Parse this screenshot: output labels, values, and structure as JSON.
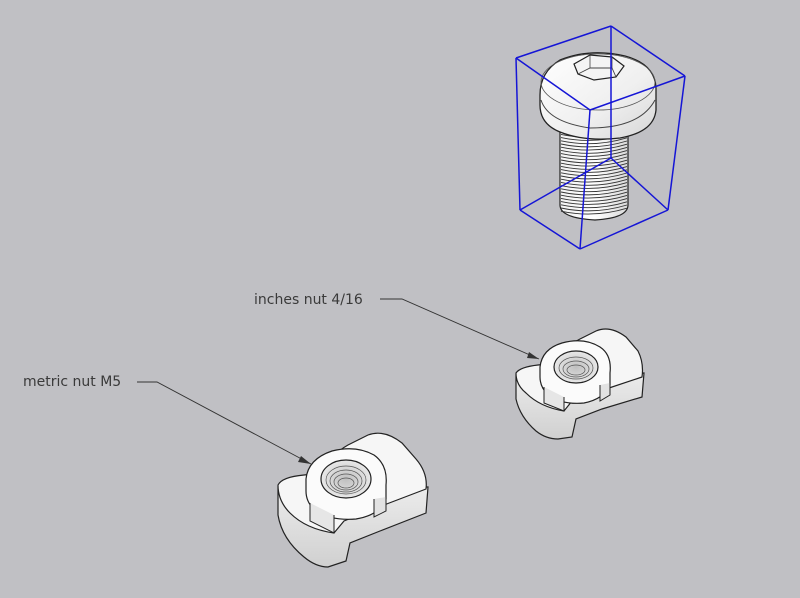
{
  "canvas": {
    "background": "#c0c0c4",
    "selection_color": "#1515d6"
  },
  "callouts": {
    "inches": "inches nut 4/16",
    "metric": "metric nut M5"
  },
  "objects": [
    {
      "id": "bolt",
      "selected": true
    },
    {
      "id": "inches-nut",
      "selected": false
    },
    {
      "id": "metric-nut",
      "selected": false
    }
  ]
}
